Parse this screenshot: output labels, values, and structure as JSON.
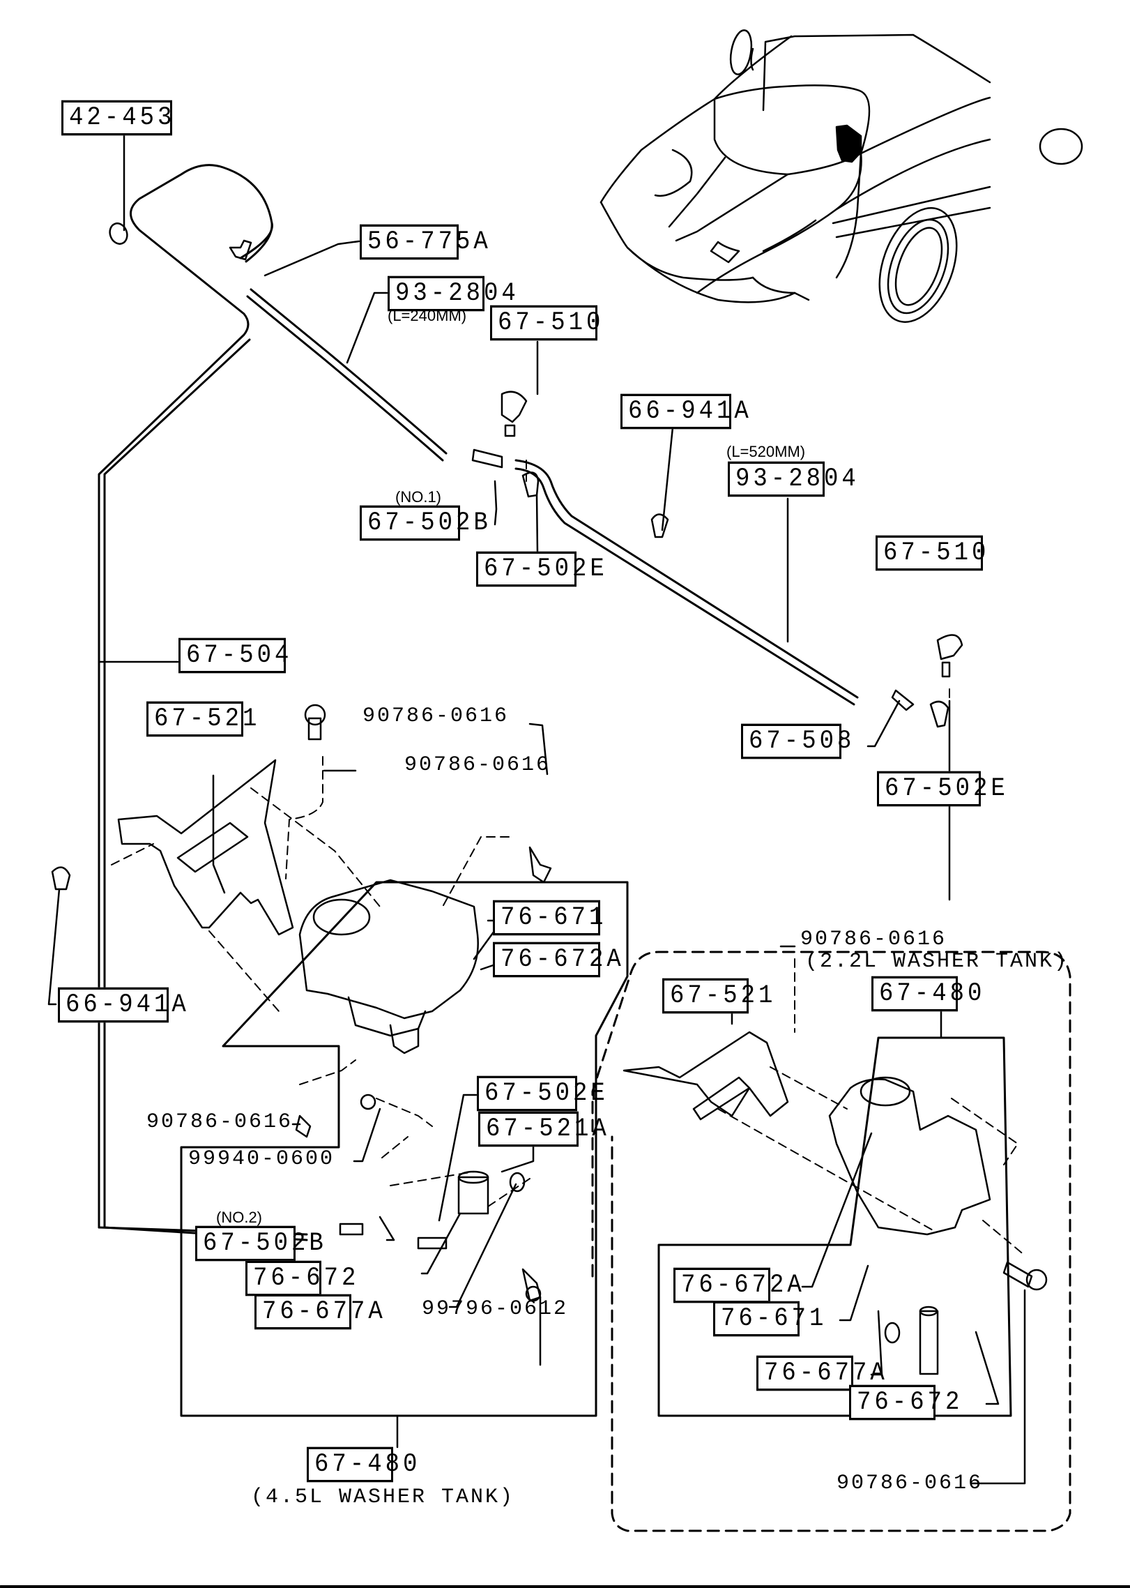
{
  "diagram": {
    "title": "Windshield Washer System Parts Diagram",
    "callouts": {
      "c42_453": "42-453",
      "c56_775A": "56-775A",
      "c93_2804_a": "93-2804",
      "c93_2804_a_note": "(L=240MM)",
      "c67_510_a": "67-510",
      "c66_941A_a": "66-941A",
      "c93_2804_b_note": "(L=520MM)",
      "c93_2804_b": "93-2804",
      "c67_502B_a_note": "(NO.1)",
      "c67_502B_a": "67-502B",
      "c67_502E_a": "67-502E",
      "c67_510_b": "67-510",
      "c67_504": "67-504",
      "c67_508": "67-508",
      "c67_502E_b": "67-502E",
      "c67_521_a": "67-521",
      "c90786_a": "90786-0616",
      "c90786_b": "90786-0616",
      "c76_671_a": "76-671",
      "c76_672A_a": "76-672A",
      "c66_941A_b": "66-941A",
      "c90786_c": "90786-0616",
      "c67_502E_c": "67-502E",
      "c67_521A": "67-521A",
      "c99940": "99940-0600",
      "c67_502B_b_note": "(NO.2)",
      "c67_502B_b": "67-502B",
      "c76_672_a": "76-672",
      "c76_677A_a": "76-677A",
      "c99796": "99796-0612",
      "c67_480_a": "67-480",
      "c67_480_a_note": "(4.5L WASHER TANK)",
      "c90786_d": "90786-0616",
      "c90786_d_note": "(2.2L WASHER TANK)",
      "c67_521_b": "67-521",
      "c67_480_b": "67-480",
      "c76_672A_b": "76-672A",
      "c76_671_b": "76-671",
      "c76_677A_b": "76-677A",
      "c76_672_b": "76-672",
      "c90786_e": "90786-0616"
    }
  }
}
